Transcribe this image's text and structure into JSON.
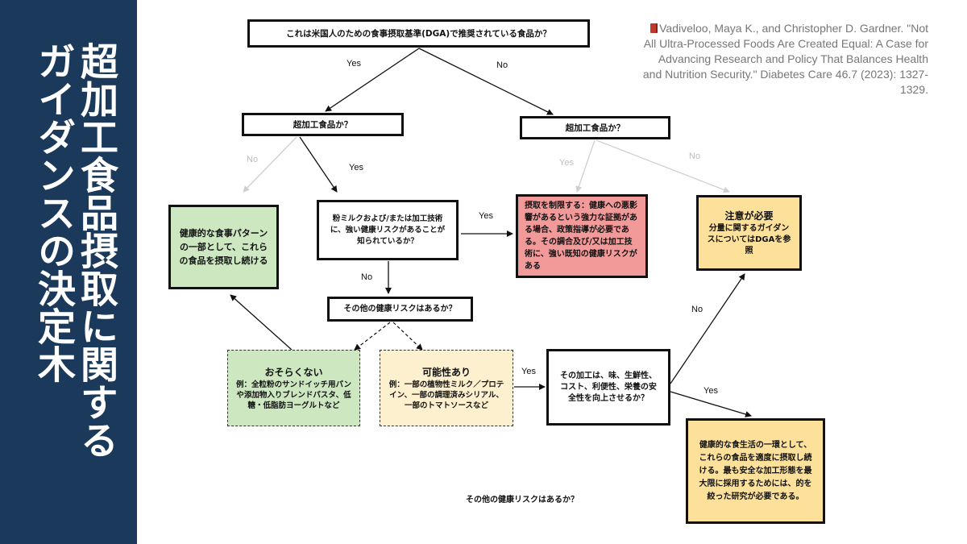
{
  "sidebar": {
    "title_line1": "超加工食品摂取に関する",
    "title_line2": "ガイダンスの決定木"
  },
  "citation": {
    "text": "Vadiveloo, Maya K., and Christopher D. Gardner. \"Not All Ultra-Processed Foods Are Created Equal: A Case for Advancing Research and Policy That Balances Health and Nutrition Security.\" Diabetes Care 46.7 (2023): 1327-1329."
  },
  "nodes": {
    "q_dga": "これは米国人のための食事摂取基準(DGA)で推奨されている食品か？",
    "q_upf_left": "超加工食品か？",
    "q_upf_right": "超加工食品か？",
    "r_healthy_pattern": "健康的な食事パターンの一部として、これらの食品を摂取し続ける",
    "q_milk": "粉ミルクおよび/または加工技術に、強い健康リスクがあることが知られているか？",
    "r_limit": "摂取を制限する：健康への悪影響があるという強力な証拠がある場合、政策指導が必要である。その調合及び/又は加工技術に、強い既知の健康リスクがある",
    "r_caution_head": "注意が必要",
    "r_caution_sub": "分量に関するガイダンスについてはDGAを参照",
    "q_other_risk": "その他の健康リスクはあるか？",
    "r_probably_not_head": "おそらくない",
    "r_probably_not_sub": "例：全粒粉のサンドイッチ用パンや添加物入りブレンドパスタ、低糖・低脂肪ヨーグルトなど",
    "r_possible_head": "可能性あり",
    "r_possible_sub": "例：一部の植物性ミルク／プロテイン、一部の調理済みシリアル、一部のトマトソースなど",
    "q_processing": "その加工は、味、生鮮性、コスト、利便性、栄養の安全性を向上させるか？",
    "r_moderate": "健康的な食生活の一環として、これらの食品を適度に摂取し続ける。最も安全な加工形態を最大限に採用するためには、的を絞った研究が必要である。"
  },
  "edge_labels": {
    "dga_yes": "Yes",
    "dga_no": "No",
    "upf_left_no": "No",
    "upf_left_yes": "Yes",
    "upf_right_yes": "Yes",
    "upf_right_no": "No",
    "milk_yes": "Yes",
    "milk_no": "No",
    "possible_yes": "Yes",
    "processing_no": "No",
    "processing_yes": "Yes"
  },
  "footer_text": "その他の健康リスクはあるか？",
  "colors": {
    "sidebar": "#1b3a5b",
    "green": "#cde8c1",
    "red": "#f29a9a",
    "amber": "#fde19a",
    "cream": "#fdf0cf",
    "faint_arrow": "#cfcfcf"
  }
}
